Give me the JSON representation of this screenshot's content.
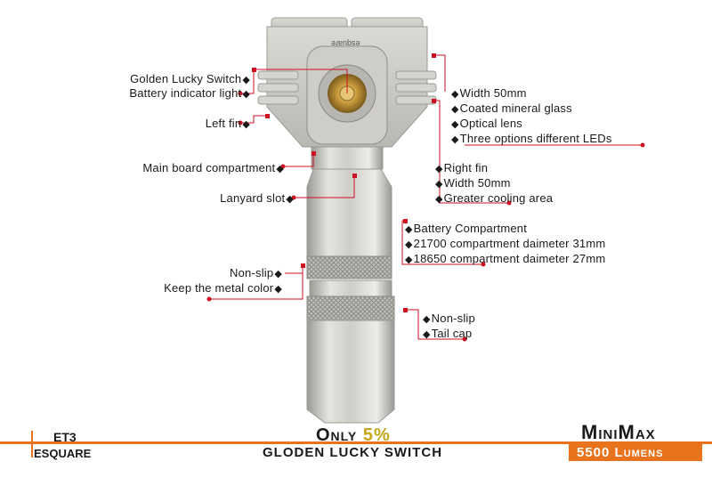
{
  "left_callouts": [
    {
      "label": "Golden Lucky Switch",
      "marker": "◆"
    },
    {
      "label": "Battery indicator light",
      "marker": "◆"
    },
    {
      "label": "Left fin",
      "marker": "◆"
    },
    {
      "label": "Main board compartment",
      "marker": "◆"
    },
    {
      "label": "Lanyard slot",
      "marker": "◆"
    },
    {
      "label": "Non-slip",
      "marker": "◆"
    },
    {
      "label": "Keep the metal color",
      "marker": "◆"
    }
  ],
  "right_callouts": {
    "head": [
      "Width 50mm",
      "Coated mineral glass",
      "Optical lens",
      "Three options different LEDs"
    ],
    "fin": [
      "Right fin",
      "Width 50mm",
      "Greater cooling area"
    ],
    "battery": [
      "Battery Compartment",
      "21700 compartment daimeter 31mm",
      "18650 compartment daimeter 27mm"
    ],
    "tail": [
      "Non-slip",
      "Tail cap"
    ]
  },
  "marker": "◆",
  "engraving": "esquare",
  "footer": {
    "model": "ET3",
    "brand": "ESQUARE",
    "only_text": "Only",
    "only_pct": "5%",
    "subtitle": "GLODEN LUCKY SWITCH",
    "product": "MiniMax",
    "lumens": "5500 Lumens"
  },
  "colors": {
    "accent": "#e8731c",
    "callout_line": "#cc1122",
    "gold": "#c7a51c",
    "metal": "#c9c7c2"
  }
}
